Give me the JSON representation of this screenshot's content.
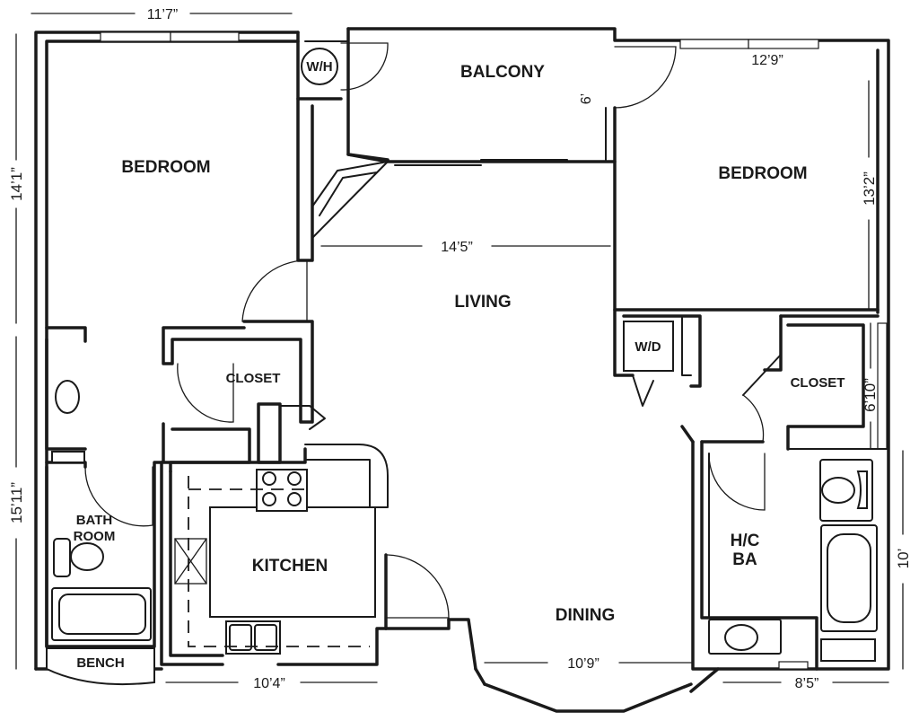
{
  "rooms": {
    "balcony": "BALCONY",
    "bedroom_left": "BEDROOM",
    "bedroom_right": "BEDROOM",
    "living": "LIVING",
    "closet_left": "CLOSET",
    "closet_right": "CLOSET",
    "kitchen": "KITCHEN",
    "dining": "DINING",
    "bath_line1": "BATH",
    "bath_line2": "ROOM",
    "hc_line1": "H/C",
    "hc_line2": "BA",
    "bench": "BENCH",
    "water_heater": "W/H",
    "washer_dryer": "W/D"
  },
  "dimensions": {
    "top_left": "11’7”",
    "balcony_depth": "6’",
    "bedroom_right_width": "12’9”",
    "bedroom_right_depth": "13’2”",
    "living_width": "14’5”",
    "left_upper": "14’1”",
    "left_lower": "15’11”",
    "closet_right": "6’10”",
    "right_lower": "10’",
    "kitchen_width": "10’4”",
    "dining_width": "10’9”",
    "bath_width": "8’5”"
  }
}
